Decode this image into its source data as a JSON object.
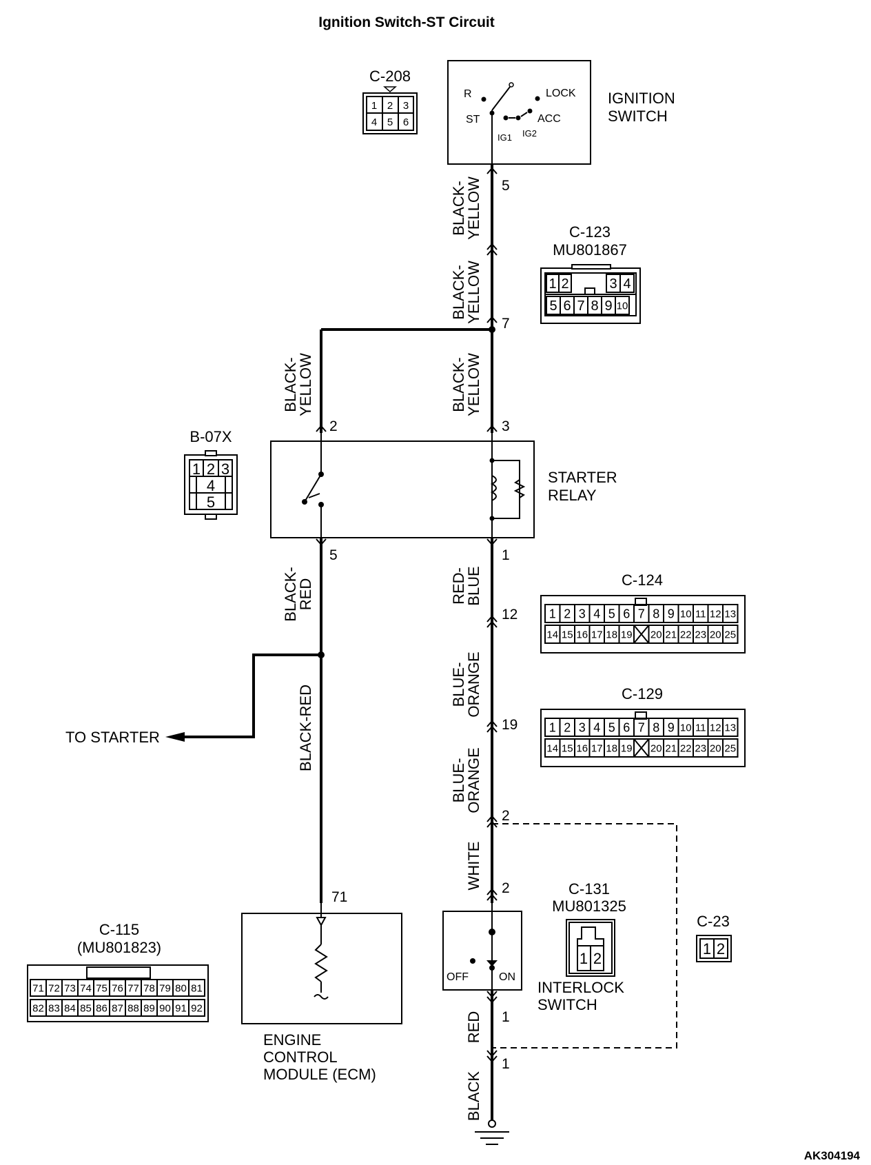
{
  "title": "Ignition Switch-ST Circuit",
  "figure_id": "AK304194",
  "ignition_switch": {
    "label_line1": "IGNITION",
    "label_line2": "SWITCH",
    "positions": {
      "r": "R",
      "lock": "LOCK",
      "st": "ST",
      "acc": "ACC",
      "ig1": "IG1",
      "ig2": "IG2"
    }
  },
  "starter_relay": {
    "label_line1": "STARTER",
    "label_line2": "RELAY"
  },
  "ecm": {
    "line1": "ENGINE",
    "line2": "CONTROL",
    "line3": "MODULE (ECM)"
  },
  "interlock_switch": {
    "line1": "INTERLOCK",
    "line2": "SWITCH",
    "off": "OFF",
    "on": "ON"
  },
  "to_starter": "TO STARTER",
  "connectors": {
    "c208": {
      "name": "C-208",
      "pins": [
        "1",
        "2",
        "3",
        "4",
        "5",
        "6"
      ]
    },
    "c123": {
      "name": "C-123",
      "part": "MU801867",
      "pins_top": [
        "1",
        "2",
        "3",
        "4"
      ],
      "pins_bottom": [
        "5",
        "6",
        "7",
        "8",
        "9",
        "10"
      ]
    },
    "b07x": {
      "name": "B-07X",
      "pins": [
        "1",
        "2",
        "3",
        "4",
        "5"
      ]
    },
    "c124": {
      "name": "C-124",
      "pins_top": [
        "1",
        "2",
        "3",
        "4",
        "5",
        "6",
        "7",
        "8",
        "9",
        "10",
        "11",
        "12",
        "13"
      ],
      "pins_bottom": [
        "14",
        "15",
        "16",
        "17",
        "18",
        "19",
        "",
        "20",
        "21",
        "22",
        "23",
        "20",
        "25"
      ]
    },
    "c129": {
      "name": "C-129",
      "pins_top": [
        "1",
        "2",
        "3",
        "4",
        "5",
        "6",
        "7",
        "8",
        "9",
        "10",
        "11",
        "12",
        "13"
      ],
      "pins_bottom": [
        "14",
        "15",
        "16",
        "17",
        "18",
        "19",
        "",
        "20",
        "21",
        "22",
        "23",
        "20",
        "25"
      ]
    },
    "c131": {
      "name": "C-131",
      "part": "MU801325",
      "pins": [
        "1",
        "2"
      ]
    },
    "c23": {
      "name": "C-23",
      "pins": [
        "1",
        "2"
      ]
    },
    "c115": {
      "name": "C-115",
      "part": "(MU801823)",
      "pins_top": [
        "71",
        "72",
        "73",
        "74",
        "75",
        "76",
        "77",
        "78",
        "79",
        "80",
        "81"
      ],
      "pins_bottom": [
        "82",
        "83",
        "84",
        "85",
        "86",
        "87",
        "88",
        "89",
        "90",
        "91",
        "92"
      ]
    }
  },
  "wires": {
    "ign_to_c123": {
      "line1": "BLACK-",
      "line2": "YELLOW"
    },
    "c123_to_junction": {
      "line1": "BLACK-",
      "line2": "YELLOW"
    },
    "junction_to_relay_coil": {
      "line1": "BLACK-",
      "line2": "YELLOW"
    },
    "junction_to_relay_switch": {
      "line1": "BLACK-",
      "line2": "YELLOW"
    },
    "relay_to_split": {
      "line1": "BLACK-",
      "line2": "RED"
    },
    "split_to_ecm": {
      "text": "BLACK-RED"
    },
    "relay_to_c124": {
      "line1": "RED-",
      "line2": "BLUE"
    },
    "c124_to_c129": {
      "line1": "BLUE-",
      "line2": "ORANGE"
    },
    "c129_to_c23": {
      "line1": "BLUE-",
      "line2": "ORANGE"
    },
    "c23_to_interlock": {
      "text": "WHITE"
    },
    "interlock_to_c23": {
      "text": "RED"
    },
    "to_ground": {
      "text": "BLACK"
    }
  },
  "pin_numbers": {
    "ign_out": "5",
    "c123": "7",
    "relay_switch_in": "2",
    "relay_coil_in": "3",
    "relay_switch_out": "5",
    "relay_coil_out": "1",
    "c124": "12",
    "c129": "19",
    "c23_in": "2",
    "interlock_in": "2",
    "interlock_out": "1",
    "c23_out": "1",
    "ecm_in": "71"
  }
}
